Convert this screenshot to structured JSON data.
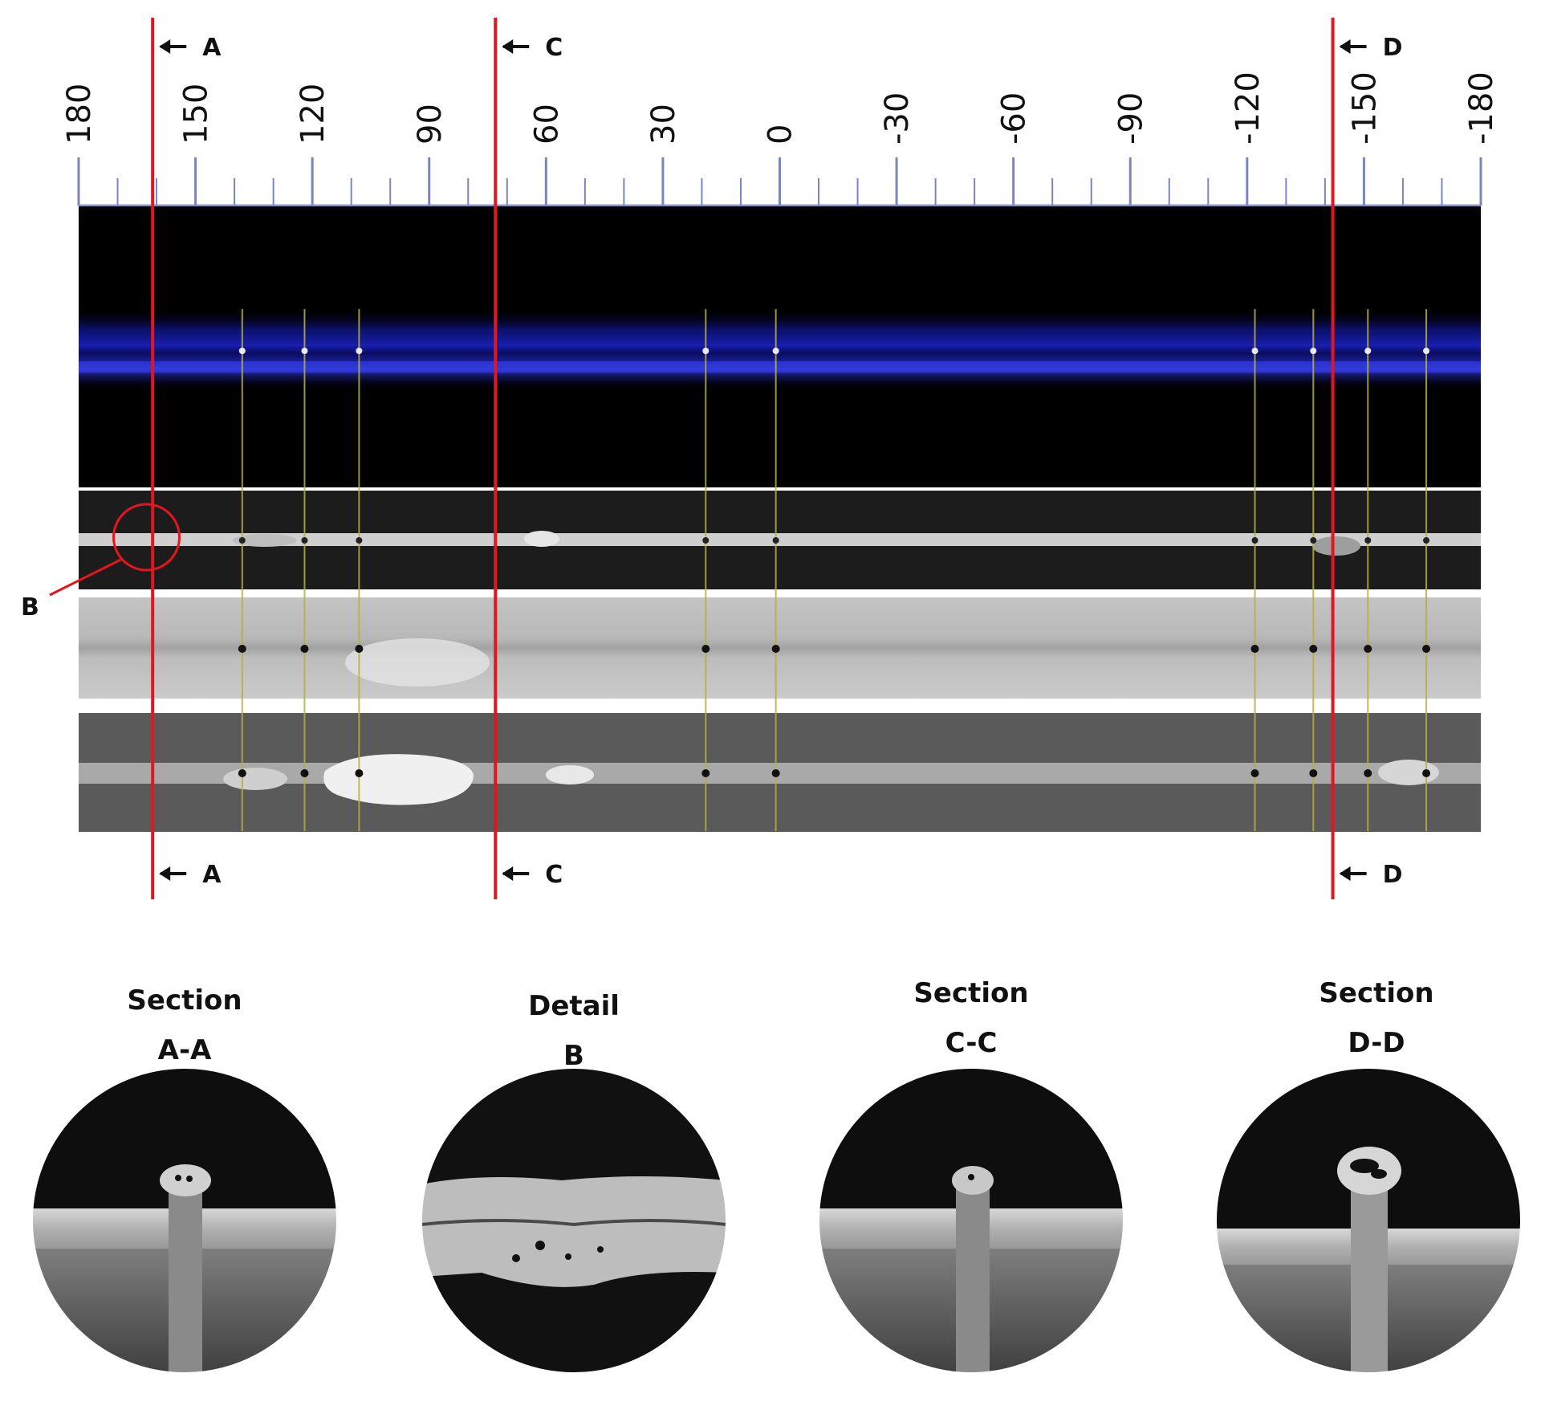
{
  "axis": {
    "ticks": [
      {
        "value": 180,
        "label": "180"
      },
      {
        "value": 150,
        "label": "150"
      },
      {
        "value": 120,
        "label": "120"
      },
      {
        "value": 90,
        "label": "90"
      },
      {
        "value": 60,
        "label": "60"
      },
      {
        "value": 30,
        "label": "30"
      },
      {
        "value": 0,
        "label": "0"
      },
      {
        "value": -30,
        "label": "-30"
      },
      {
        "value": -60,
        "label": "-60"
      },
      {
        "value": -90,
        "label": "-90"
      },
      {
        "value": -120,
        "label": "-120"
      },
      {
        "value": -150,
        "label": "-150"
      },
      {
        "value": -180,
        "label": "-180"
      }
    ],
    "range": [
      180,
      -180
    ],
    "minor_step": 10
  },
  "section_lines": [
    {
      "id": "A",
      "angle": 161,
      "top_label": "A",
      "bottom_label": "A",
      "color": "#e3161f"
    },
    {
      "id": "C",
      "angle": 73,
      "top_label": "C",
      "bottom_label": "C",
      "color": "#e3161f"
    },
    {
      "id": "D",
      "angle": -142,
      "top_label": "D",
      "bottom_label": "D",
      "color": "#e3161f"
    }
  ],
  "defect_positions": [
    138,
    122,
    108,
    19,
    1,
    -122,
    -137,
    -151,
    -166
  ],
  "detail_marker": {
    "label": "B",
    "angle": 163,
    "color": "#e3161f"
  },
  "strips": {
    "blue_color": "#1a1fb8",
    "background": "#000000"
  },
  "captions": [
    {
      "line1": "Section",
      "line2": "A-A"
    },
    {
      "line1": "Detail",
      "line2": "B"
    },
    {
      "line1": "Section",
      "line2": "C-C"
    },
    {
      "line1": "Section",
      "line2": "D-D"
    }
  ]
}
